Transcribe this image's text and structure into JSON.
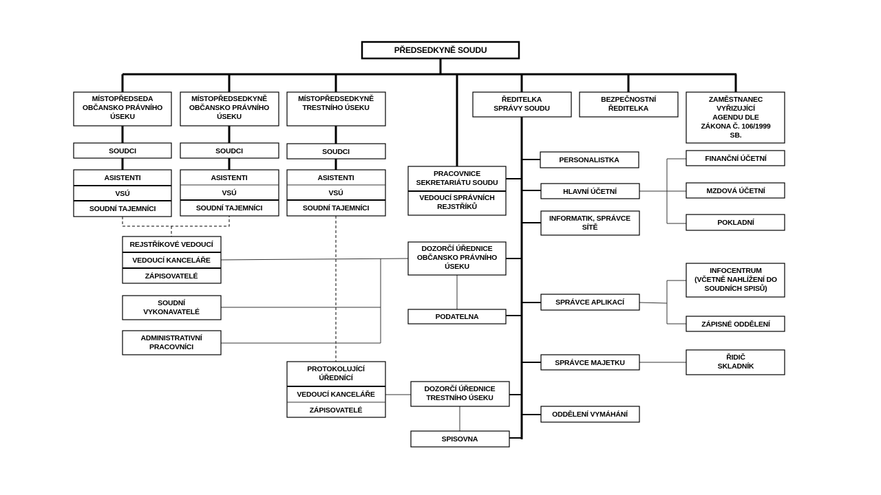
{
  "title": "PŘEDSEDKYNĚ SOUDU",
  "top_level": {
    "vp_civil_1": [
      "MÍSTOPŘEDSEDA",
      "OBČANSKO PRÁVNÍHO",
      "ÚSEKU"
    ],
    "vp_civil_2": [
      "MÍSTOPŘEDSEDKYNĚ",
      "OBČANSKO PRÁVNÍHO",
      "ÚSEKU"
    ],
    "vp_criminal": [
      "MÍSTOPŘEDSEDKYNĚ",
      "TRESTNÍHO ÚSEKU"
    ],
    "director_admin": [
      "ŘEDITELKA",
      "SPRÁVY SOUDU"
    ],
    "security_director": [
      "BEZPEČNOSTNÍ",
      "ŘEDITELKA"
    ],
    "foi_employee": [
      "ZAMĚSTNANEC",
      "VYŘIZUJÍCÍ",
      "AGENDU DLE",
      "ZÁKONA Č. 106/1999",
      "SB."
    ]
  },
  "judges": "SOUDCI",
  "assistants": "ASISTENTI",
  "vsu": "VSÚ",
  "secretaries": "SOUDNÍ TAJEMNÍCI",
  "registry_group": [
    "REJSTŘÍKOVÉ VEDOUCÍ",
    "VEDOUCÍ KANCELÁŘE",
    "ZÁPISOVATELÉ"
  ],
  "bailiffs": [
    "SOUDNÍ",
    "VYKONAVATELÉ"
  ],
  "admin_workers": [
    "ADMINISTRATIVNÍ",
    "PRACOVNÍCI"
  ],
  "criminal_group": {
    "clerks": [
      "PROTOKOLUJÍCÍ",
      "ÚŘEDNÍCÍ"
    ],
    "office_head": "VEDOUCÍ KANCELÁŘE",
    "typists": "ZÁPISOVATELÉ"
  },
  "secretariat": {
    "top": [
      "PRACOVNICE",
      "SEKRETARIÁTU SOUDU"
    ],
    "bottom": [
      "VEDOUCÍ SPRÁVNÍCH",
      "REJSTŘÍKŮ"
    ]
  },
  "supervisor_civil": [
    "DOZORČÍ ÚŘEDNICE",
    "OBČANSKO PRÁVNÍHO",
    "ÚSEKU"
  ],
  "mailroom": "PODATELNA",
  "supervisor_criminal": [
    "DOZORČÍ ÚŘEDNICE",
    "TRESTNÍHO ÚSEKU"
  ],
  "archive": "SPISOVNA",
  "admin_branch": {
    "hr": "PERSONALISTKA",
    "chief_accountant": "HLAVNÍ ÚČETNÍ",
    "it": [
      "INFORMATIK, SPRÁVCE",
      "SÍTĚ"
    ],
    "app_admin": "SPRÁVCE APLIKACÍ",
    "property_admin": "SPRÁVCE MAJETKU",
    "enforcement": "ODDĚLENÍ VYMÁHÁNÍ"
  },
  "accounting": {
    "financial": "FINANČNÍ ÚČETNÍ",
    "payroll": "MZDOVÁ ÚČETNÍ",
    "cashier": "POKLADNÍ"
  },
  "apps": {
    "infocentre": [
      "INFOCENTRUM",
      "(VČETNĚ NAHLÍŽENÍ DO",
      "SOUDNÍCH SPISŮ)"
    ],
    "registry_dept": "ZÁPISNÉ ODDĚLENÍ"
  },
  "property": [
    "ŘIDIČ",
    "SKLADNÍK"
  ]
}
